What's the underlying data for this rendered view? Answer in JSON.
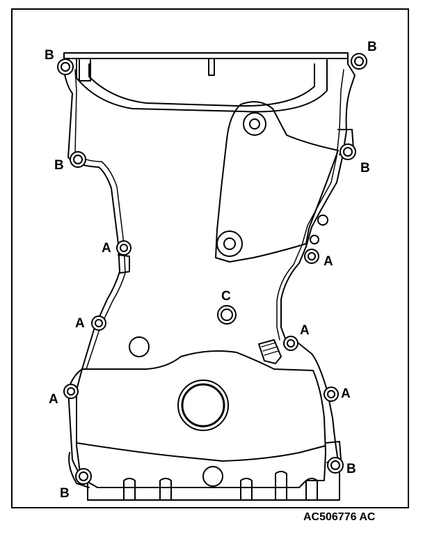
{
  "figure_id": "AC506776 AC",
  "callouts": [
    {
      "id": "b1",
      "text": "B"
    },
    {
      "id": "b2",
      "text": "B"
    },
    {
      "id": "b3",
      "text": "B"
    },
    {
      "id": "b4",
      "text": "B"
    },
    {
      "id": "b5",
      "text": "B"
    },
    {
      "id": "b6",
      "text": "B"
    },
    {
      "id": "a1",
      "text": "A"
    },
    {
      "id": "a2",
      "text": "A"
    },
    {
      "id": "a3",
      "text": "A"
    },
    {
      "id": "a4",
      "text": "A"
    },
    {
      "id": "a5",
      "text": "A"
    },
    {
      "id": "a6",
      "text": "A"
    },
    {
      "id": "c1",
      "text": "C"
    }
  ],
  "colors": {
    "line": "#000000",
    "background": "#ffffff"
  }
}
